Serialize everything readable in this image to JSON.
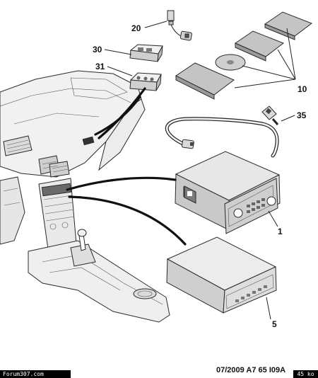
{
  "callouts": {
    "p20": "20",
    "p30": "30",
    "p31": "31",
    "p10": "10",
    "p35": "35",
    "p1": "1",
    "p5": "5"
  },
  "footer": {
    "watermark": "Forum307.com",
    "reference": "07/2009  A7 65 I09A",
    "file_size": "45 ko"
  }
}
